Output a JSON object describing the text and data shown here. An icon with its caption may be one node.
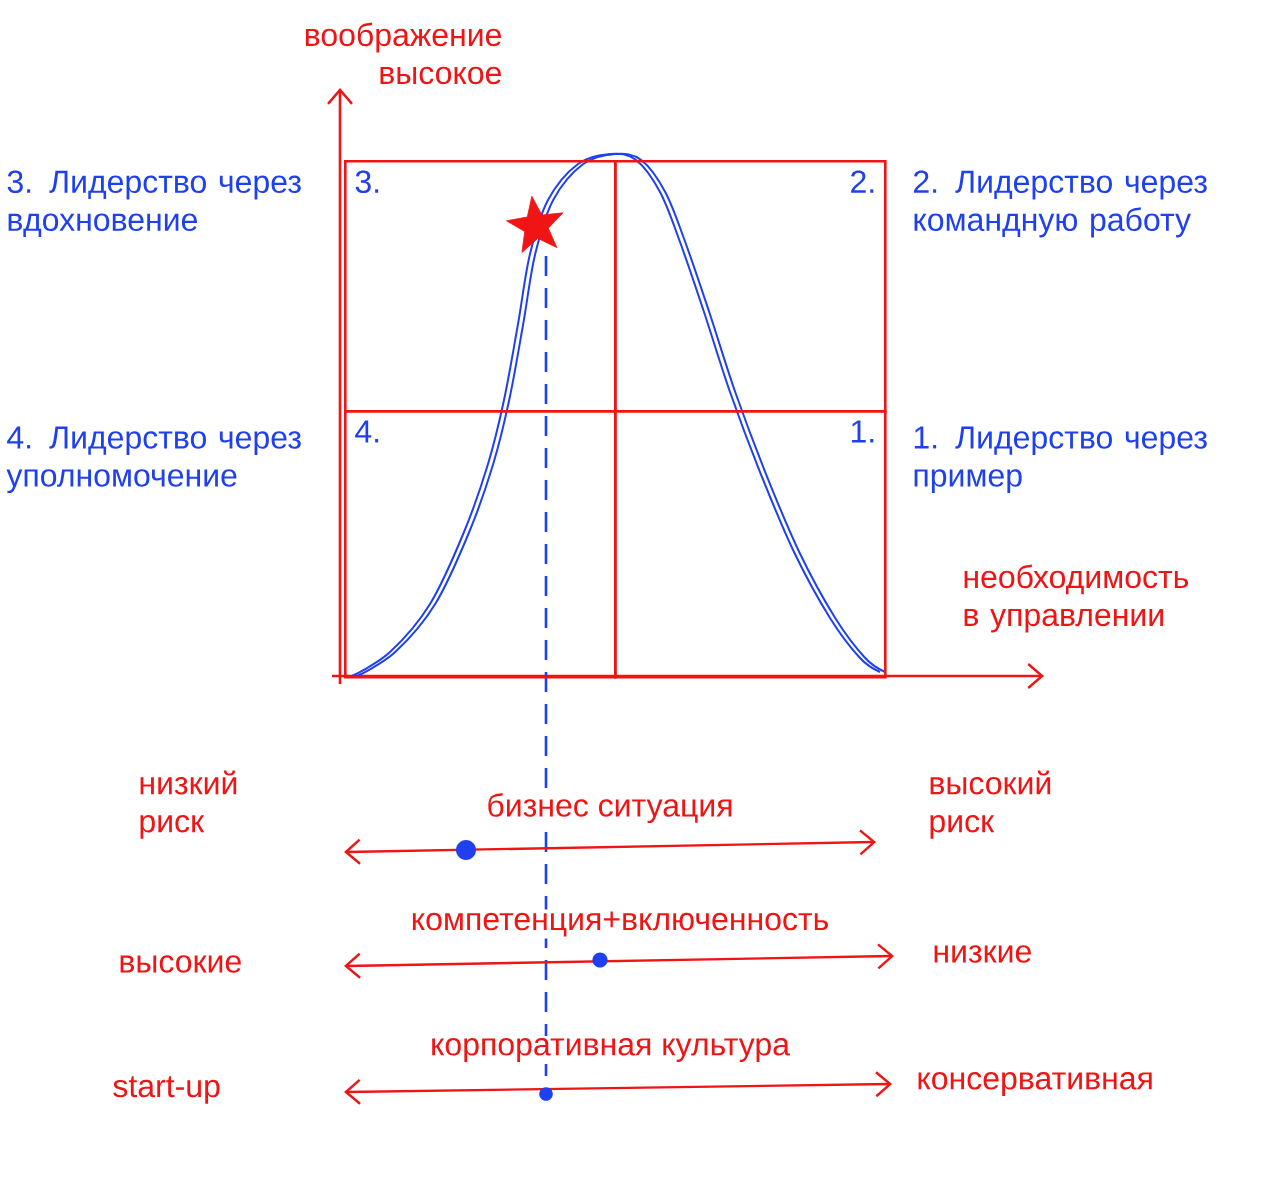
{
  "diagram": {
    "nodes": [
      {
        "text": [
          "3."
        ],
        "beside": [
          "3. Лидерство через вдохновение"
        ]
      },
      {
        "text": [
          "2."
        ],
        "beside": [
          "2. Лидерство через командную работу"
        ]
      },
      {
        "text": [
          "4."
        ],
        "beside": [
          "4. Лидерство через уполномочение"
        ]
      },
      {
        "text": [
          "1."
        ],
        "beside": [
          "1. Лидерство через пример"
        ]
      }
    ],
    "labels": [
      "воображение высокое",
      "необходимость в управлении",
      "низкий риск",
      "бизнес ситуация",
      "высокий риск",
      "высокие",
      "компетенция+включенность",
      "низкие",
      "start-up",
      "корпоративная культура",
      "консервативная"
    ]
  }
}
